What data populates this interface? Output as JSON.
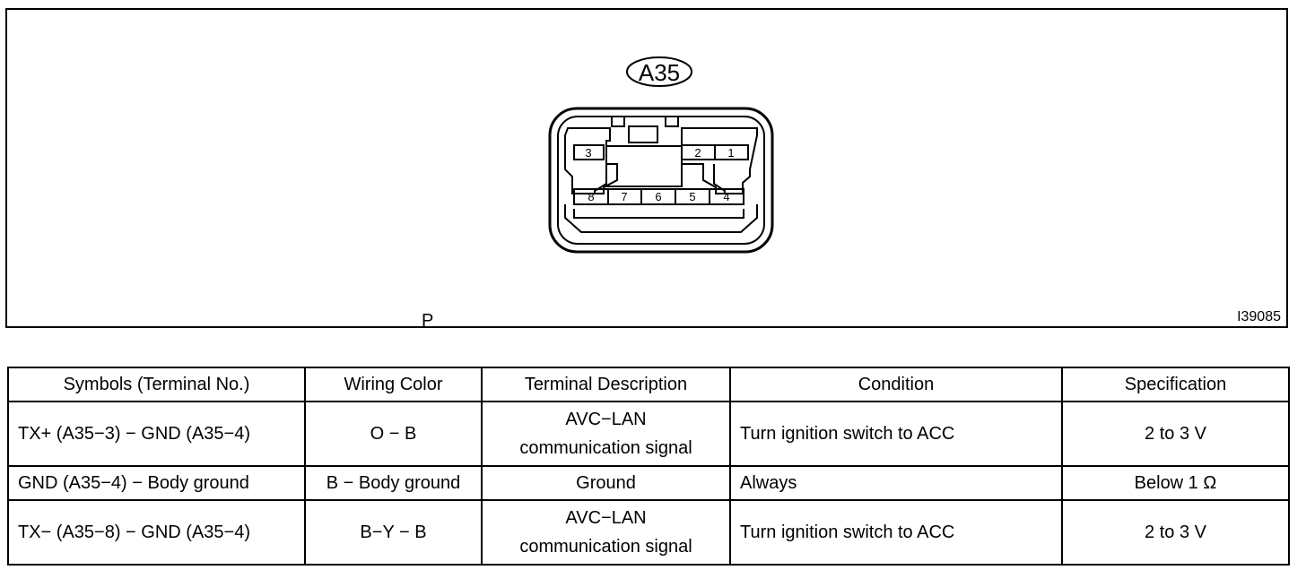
{
  "diagram": {
    "connector_label": "A35",
    "view_label": "P",
    "figure_code": "I39085",
    "pins_top_left": [
      "3"
    ],
    "pins_top_right": [
      "2",
      "1"
    ],
    "pins_bottom": [
      "8",
      "7",
      "6",
      "5",
      "4"
    ]
  },
  "table": {
    "headers": [
      "Symbols (Terminal No.)",
      "Wiring Color",
      "Terminal Description",
      "Condition",
      "Specification"
    ],
    "rows": [
      {
        "symbol": "TX+ (A35−3) − GND (A35−4)",
        "color": "O − B",
        "desc_line1": "AVC−LAN",
        "desc_line2": "communication signal",
        "condition": "Turn ignition switch to ACC",
        "spec": "2 to 3 V"
      },
      {
        "symbol": "GND (A35−4) − Body ground",
        "color": "B − Body ground",
        "desc_line1": "Ground",
        "desc_line2": "",
        "condition": "Always",
        "spec": "Below 1 Ω"
      },
      {
        "symbol": "TX− (A35−8) − GND (A35−4)",
        "color": "B−Y − B",
        "desc_line1": "AVC−LAN",
        "desc_line2": "communication signal",
        "condition": "Turn ignition switch to ACC",
        "spec": "2 to 3 V"
      }
    ]
  }
}
